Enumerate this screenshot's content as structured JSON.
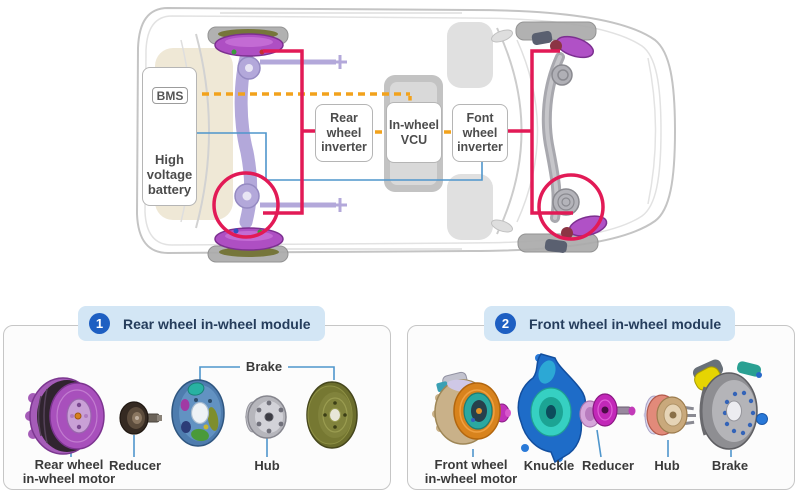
{
  "colors": {
    "crimson": "#e21a56",
    "orange": "#f2a21c",
    "blue_line": "#4f96cc",
    "badge_bg": "#d3e6f5",
    "badge_circle": "#1e5fc2",
    "badge_text": "#253d5c",
    "label_text": "#3a3a3a",
    "box_text": "#4c4c4c",
    "box_border": "#b5b5b5",
    "panel_border": "#c6c6c6"
  },
  "top_diagram": {
    "bms_label": "BMS",
    "battery_label": "High\nvoltage\nbattery",
    "rear_inverter_label": "Rear\nwheel\ninverter",
    "vcu_label": "In-wheel\nVCU",
    "front_inverter_label": "Font\nwheel\ninverter"
  },
  "modules": {
    "rear": {
      "number": "1",
      "title": "Rear wheel in-wheel module",
      "parts": {
        "motor": "Rear wheel\nin-wheel motor",
        "reducer": "Reducer",
        "brake": "Brake",
        "hub": "Hub"
      }
    },
    "front": {
      "number": "2",
      "title": "Front wheel in-wheel module",
      "parts": {
        "motor": "Front wheel\nin-wheel motor",
        "knuckle": "Knuckle",
        "reducer": "Reducer",
        "hub": "Hub",
        "brake": "Brake"
      }
    }
  }
}
